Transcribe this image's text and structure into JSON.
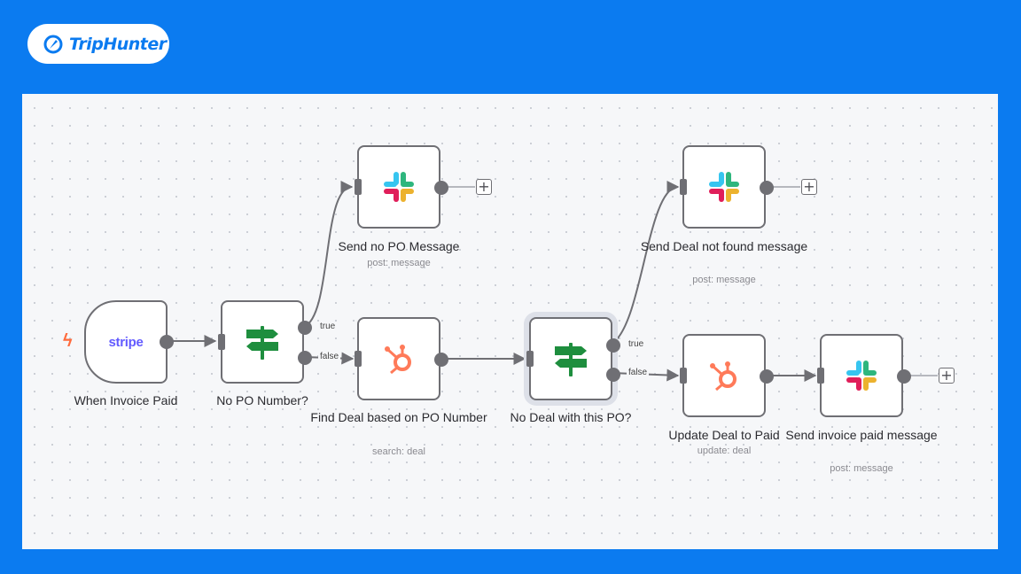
{
  "brand": {
    "name": "TripHunter"
  },
  "colors": {
    "background": "#0b7bf0",
    "canvas": "#f6f7f9",
    "stripe": "#635bff",
    "hubspot": "#ff7a59",
    "router": "#1e8e3e",
    "trigger_bolt": "#ff6b3d"
  },
  "nodes": {
    "stripe_trigger": {
      "title": "When Invoice Paid",
      "icon": "stripe-logo",
      "logo_text": "stripe"
    },
    "if_po": {
      "title": "No PO Number?",
      "icon": "signpost-icon"
    },
    "slack_no_po": {
      "title": "Send no PO Message",
      "subtitle": "post: message",
      "icon": "slack-icon"
    },
    "hubspot_find": {
      "title": "Find Deal based on PO Number",
      "subtitle": "search: deal",
      "icon": "hubspot-icon"
    },
    "if_deal": {
      "title": "No Deal with this PO?",
      "icon": "signpost-icon"
    },
    "slack_not_found": {
      "title": "Send Deal not found message",
      "subtitle": "post: message",
      "icon": "slack-icon"
    },
    "hubspot_update": {
      "title": "Update Deal to Paid",
      "subtitle": "update: deal",
      "icon": "hubspot-icon"
    },
    "slack_paid": {
      "title": "Send invoice paid message",
      "subtitle": "post: message",
      "icon": "slack-icon"
    }
  },
  "edge_labels": {
    "true": "true",
    "false": "false"
  },
  "add_button": "+"
}
